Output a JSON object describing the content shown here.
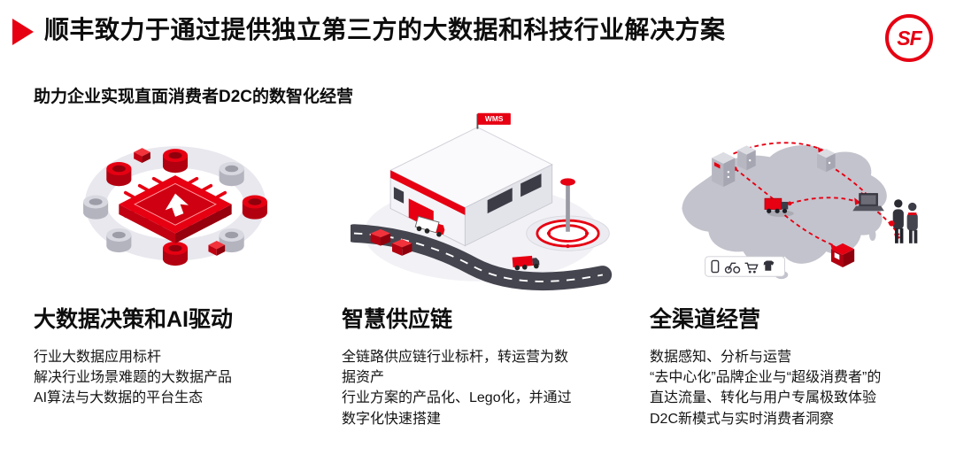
{
  "colors": {
    "accent": "#e60012",
    "dark_red": "#b30010",
    "text": "#111111",
    "gray": "#c3c3cd"
  },
  "header": {
    "title": "顺丰致力于通过提供独立第三方的大数据和科技行业解决方案",
    "logo_text": "SF"
  },
  "subtitle": "助力企业实现直面消费者D2C的数智化经营",
  "columns": [
    {
      "id": "big-data-ai",
      "heading": "大数据决策和AI驱动",
      "lines": [
        "行业大数据应用标杆",
        "解决行业场景难题的大数据产品",
        "AI算法与大数据的平台生态"
      ]
    },
    {
      "id": "smart-supply-chain",
      "heading": "智慧供应链",
      "flag_label": "WMS",
      "lines": [
        "全链路供应链行业标杆，转运营为数据资产",
        "行业方案的产品化、Lego化，并通过数字化快速搭建"
      ]
    },
    {
      "id": "omni-channel",
      "heading": "全渠道经营",
      "lines": [
        "数据感知、分析与运营",
        "“去中心化”品牌企业与“超级消费者”的直达流量、转化与用户专属极致体验",
        "D2C新模式与实时消费者洞察"
      ]
    }
  ]
}
